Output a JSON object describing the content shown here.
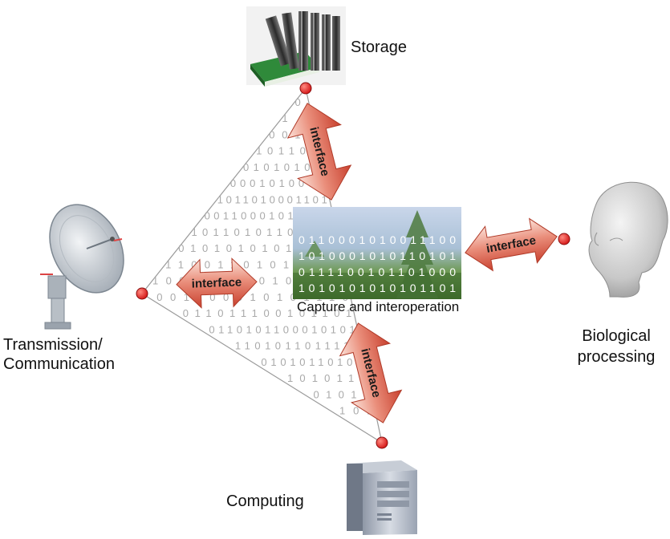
{
  "nodes": {
    "storage": "Storage",
    "transmission": [
      "Transmission/",
      "Communication"
    ],
    "biological": [
      "Biological",
      "processing"
    ],
    "computing": "Computing",
    "center": "Capture and interoperation"
  },
  "interface_label": "interface",
  "center_bits": [
    "0110001010011100",
    "1010001010110101",
    "0111100101101000",
    "1010101010101101"
  ],
  "triangle_bits": [
    "0",
    "10",
    "0010",
    "101101",
    "01010101",
    "0001010001",
    "1011010001101",
    "00110001010010",
    "10110101101111",
    "01010101010111",
    "11001101011010",
    "100100010101010",
    "001100010101110",
    "011011100101101",
    "0110101100010101",
    "1101011011111",
    "01010110101",
    "1010111",
    "01010",
    "101"
  ],
  "colors": {
    "arrow_fill": "#d65a48",
    "arrow_light": "#f7c7b8",
    "node_dot": "#e31b1b",
    "triangle_line": "#9a9a9a"
  }
}
